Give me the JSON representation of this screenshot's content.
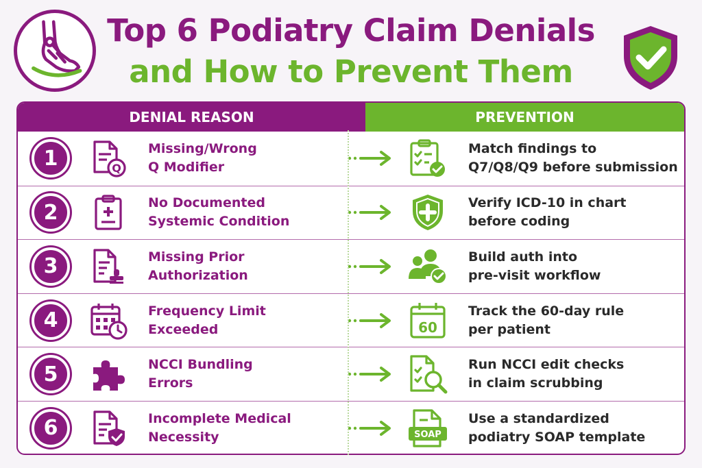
{
  "header": {
    "title_line1": "Top 6 Podiatry Claim Denials",
    "title_line2": "and How to Prevent Them"
  },
  "table": {
    "col_left": "DENIAL REASON",
    "col_right": "PREVENTION"
  },
  "rows": [
    {
      "number": "1",
      "reason_line1": "Missing/Wrong",
      "reason_line2": "Q Modifier",
      "prevention_line1": "Match findings to",
      "prevention_line2": "Q7/Q8/Q9 before submission",
      "denial_icon": "document-q-icon",
      "prevention_icon": "checklist-check-icon"
    },
    {
      "number": "2",
      "reason_line1": "No Documented",
      "reason_line2": "Systemic Condition",
      "prevention_line1": "Verify ICD-10 in chart",
      "prevention_line2": "before coding",
      "denial_icon": "medical-clipboard-icon",
      "prevention_icon": "shield-plus-icon"
    },
    {
      "number": "3",
      "reason_line1": "Missing Prior",
      "reason_line2": "Authorization",
      "prevention_line1": "Build auth into",
      "prevention_line2": "pre-visit workflow",
      "denial_icon": "document-stamp-icon",
      "prevention_icon": "users-check-icon"
    },
    {
      "number": "4",
      "reason_line1": "Frequency Limit",
      "reason_line2": "Exceeded",
      "prevention_line1": "Track the 60-day rule",
      "prevention_line2": "per patient",
      "denial_icon": "calendar-clock-icon",
      "prevention_icon": "calendar-60-icon",
      "calendar_number": "60"
    },
    {
      "number": "5",
      "reason_line1": "NCCI Bundling",
      "reason_line2": "Errors",
      "prevention_line1": "Run NCCI edit checks",
      "prevention_line2": "in claim scrubbing",
      "denial_icon": "puzzle-piece-icon",
      "prevention_icon": "document-search-icon"
    },
    {
      "number": "6",
      "reason_line1": "Incomplete Medical",
      "reason_line2": "Necessity",
      "prevention_line1": "Use a standardized",
      "prevention_line2": "podiatry SOAP template",
      "denial_icon": "document-shield-icon",
      "prevention_icon": "soap-note-icon",
      "soap_label": "SOAP"
    }
  ],
  "colors": {
    "purple": "#8a1a7e",
    "green": "#6cb52d"
  }
}
